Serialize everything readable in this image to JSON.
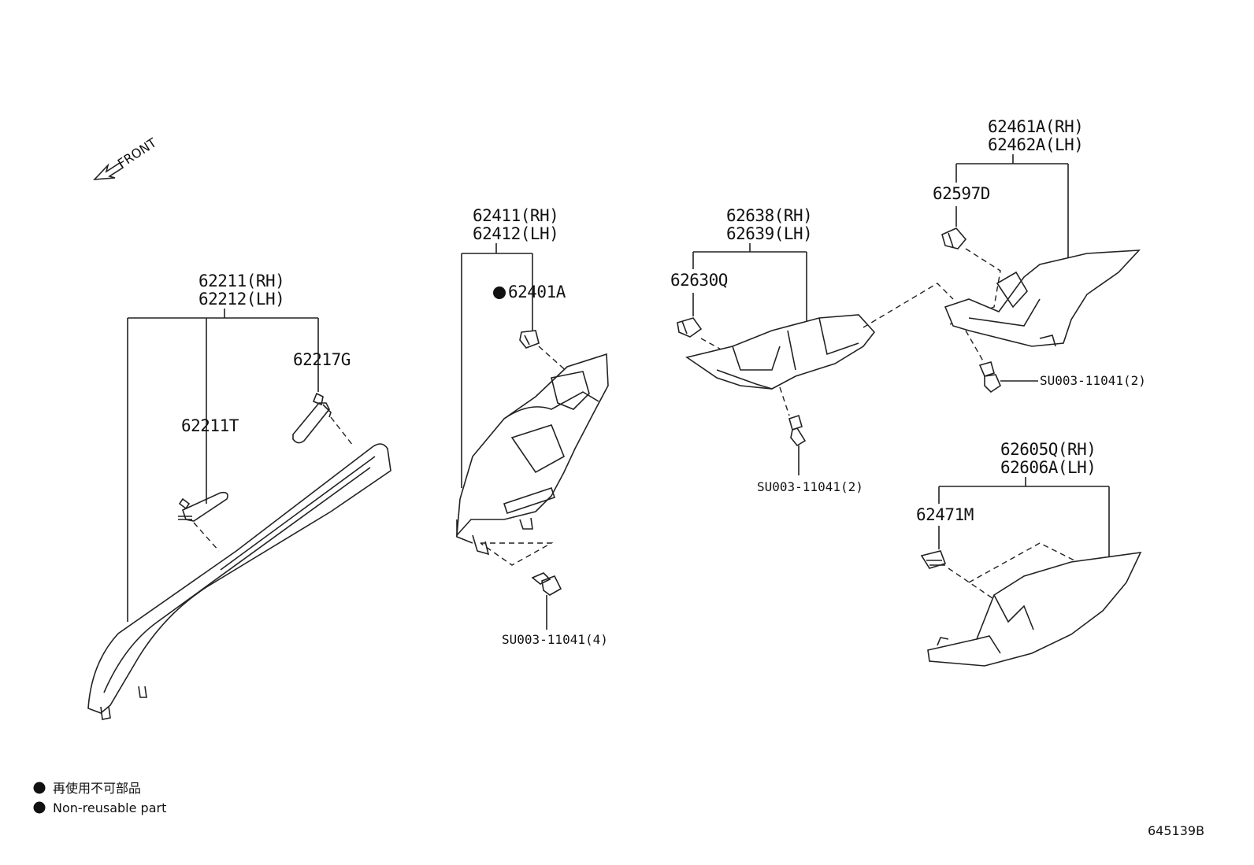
{
  "direction": {
    "label": "FRONT"
  },
  "groups": [
    {
      "id": "a-pillar",
      "labels": [
        "62211(RH)",
        "62212(LH)"
      ]
    },
    {
      "id": "b-pillar-lower",
      "labels": [
        "62411(RH)",
        "62412(LH)"
      ]
    },
    {
      "id": "c-pillar",
      "labels": [
        "62638(RH)",
        "62639(LH)"
      ]
    },
    {
      "id": "quarter-upper",
      "labels": [
        "62461A(RH)",
        "62462A(LH)"
      ]
    },
    {
      "id": "quarter-lower",
      "labels": [
        "62605Q(RH)",
        "62606A(LH)"
      ]
    }
  ],
  "parts": {
    "p62211T": "62211T",
    "p62217G": "62217G",
    "p62401A": "62401A",
    "p62630Q": "62630Q",
    "p62597D": "62597D",
    "p62471M": "62471M",
    "su_b": "SU003-11041(4)",
    "su_c": "SU003-11041(2)",
    "su_q": "SU003-11041(2)"
  },
  "legend": {
    "japanese": "再使用不可部品",
    "english": "Non-reusable part"
  },
  "diagram_id": "645139B"
}
